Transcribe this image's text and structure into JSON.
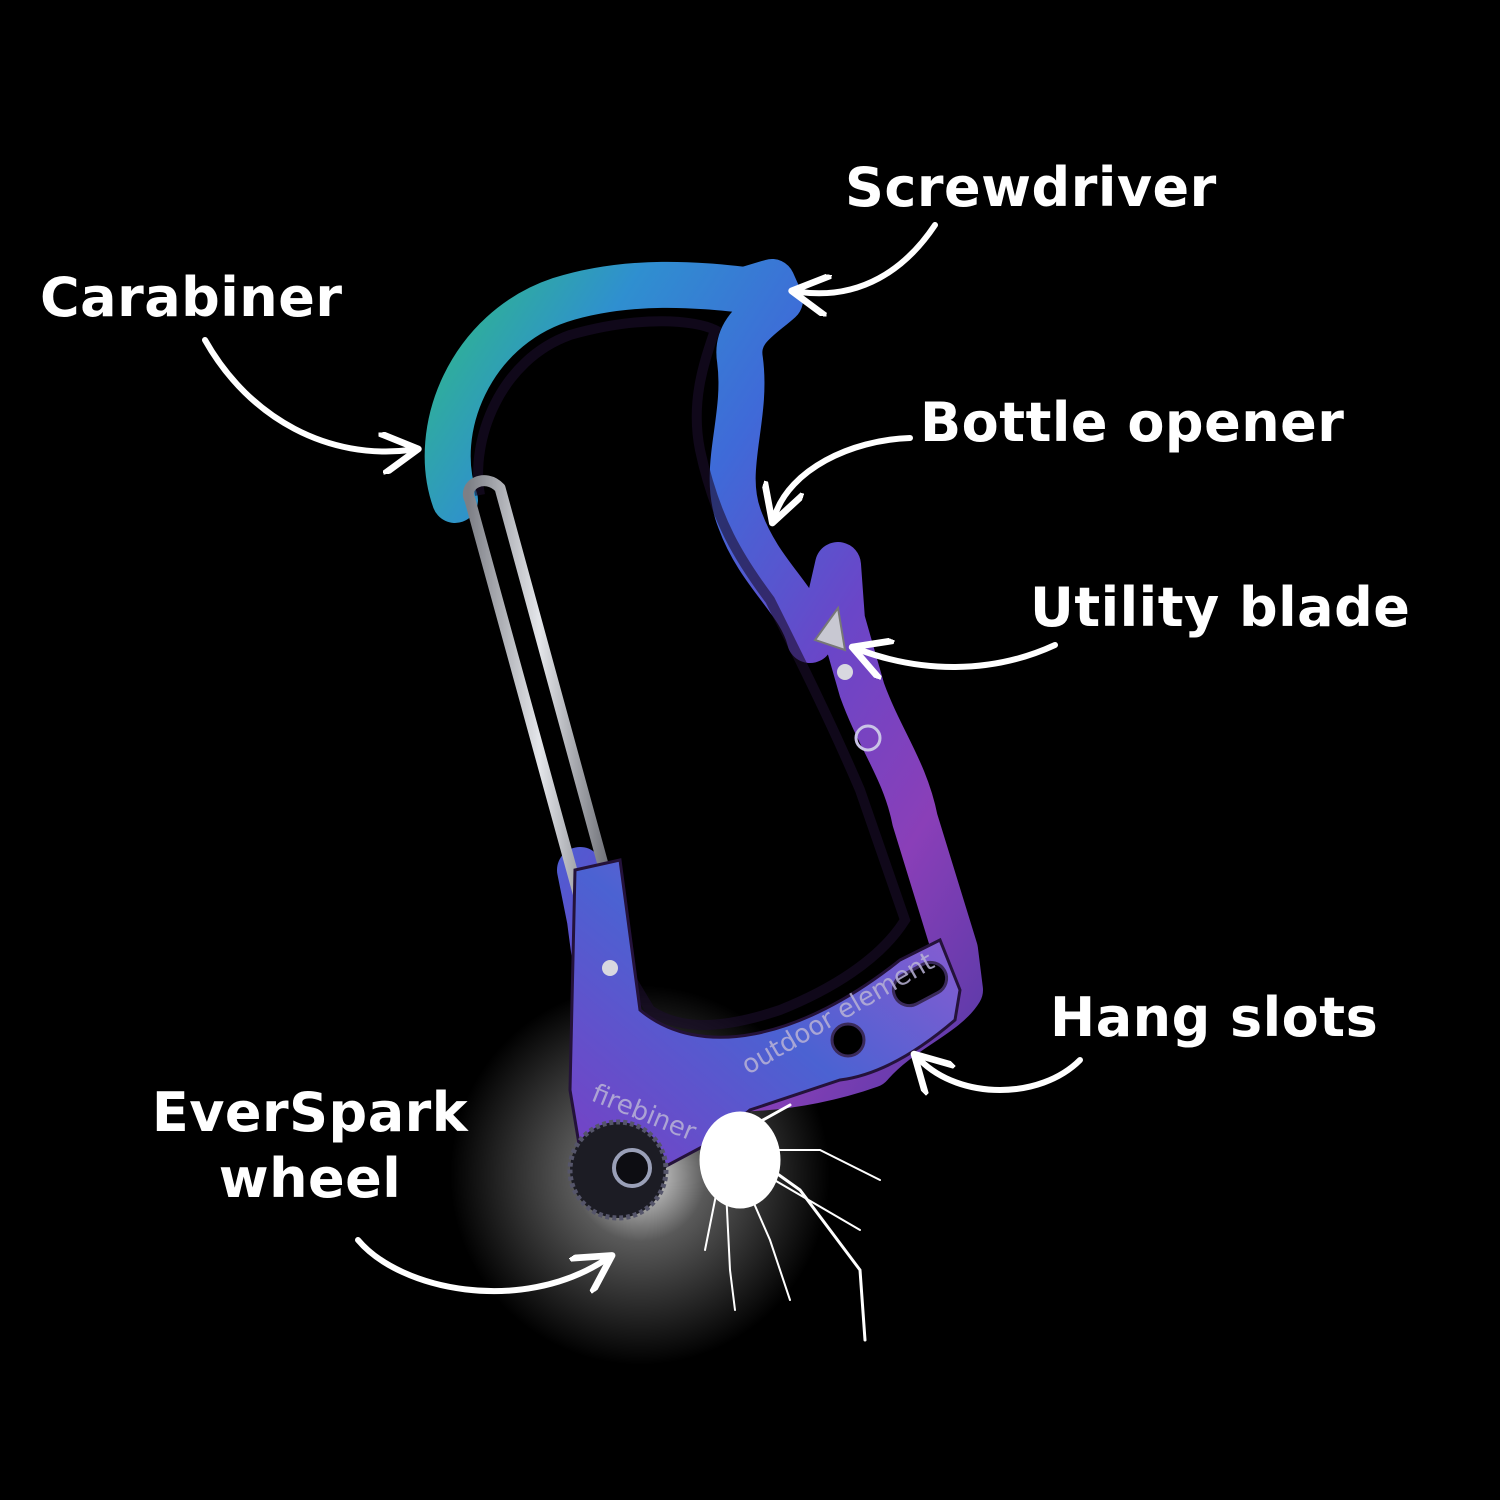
{
  "labels": {
    "screwdriver": "Screwdriver",
    "carabiner": "Carabiner",
    "bottle_opener": "Bottle opener",
    "utility_blade": "Utility blade",
    "hang_slots": "Hang slots",
    "everspark_line1": "EverSpark",
    "everspark_line2": "wheel"
  },
  "engravings": {
    "brand": "outdoor element",
    "product": "firebiner"
  },
  "colors": {
    "background": "#000000",
    "text": "#ffffff",
    "iridescent_green": "#2fb88a",
    "iridescent_blue": "#3f6ad8",
    "iridescent_purple": "#7a3fc4",
    "spark": "#ffffff"
  },
  "icons": [
    "screwdriver-tip",
    "carabiner-body",
    "bottle-opener-notch",
    "utility-blade",
    "hang-slot",
    "everspark-wheel",
    "spark-burst",
    "flame-logo",
    "arrow"
  ]
}
